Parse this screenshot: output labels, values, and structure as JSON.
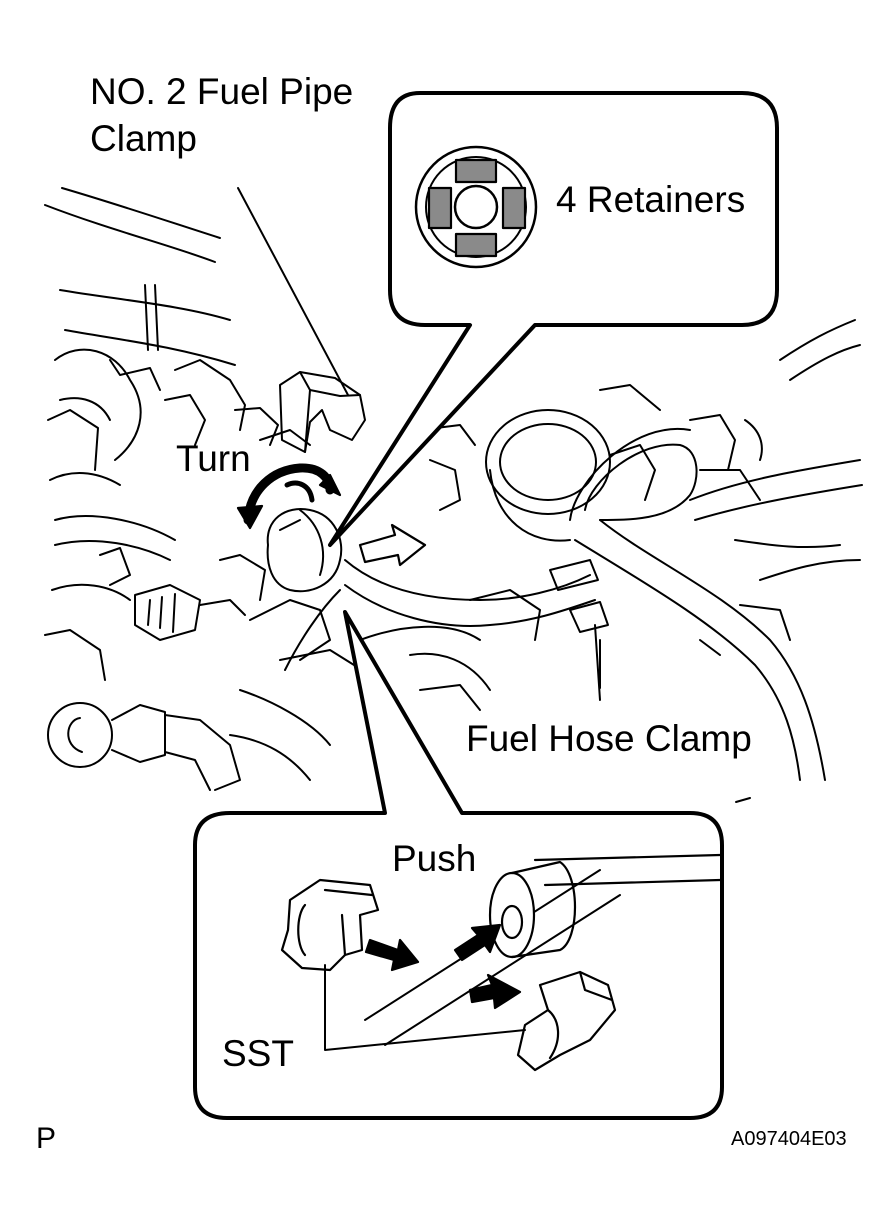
{
  "labels": {
    "pipe_clamp_line1": "NO. 2 Fuel Pipe",
    "pipe_clamp_line2": "Clamp",
    "retainers": "4 Retainers",
    "turn": "Turn",
    "fuel_hose_clamp": "Fuel Hose Clamp",
    "push": "Push",
    "sst": "SST",
    "page_code": "P",
    "figure_id": "A097404E03"
  }
}
